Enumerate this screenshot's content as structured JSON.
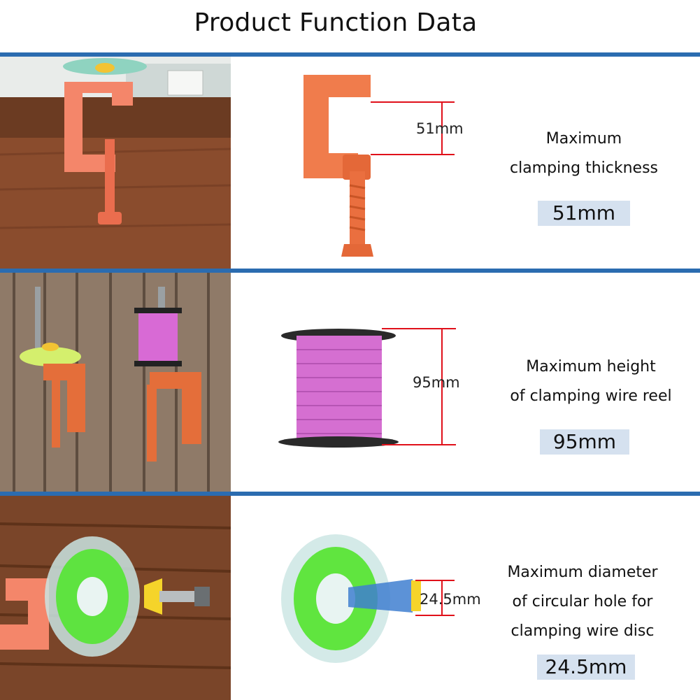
{
  "header": {
    "title": "Product Function Data"
  },
  "colors": {
    "divider": "#2b6cb0",
    "value_box": "#d5e1ef",
    "dimension_line": "#e0101a",
    "clamp": "#f07c4c"
  },
  "sections": [
    {
      "dimension_label": "51mm",
      "caption_lines": [
        "Maximum",
        "clamping thickness"
      ],
      "value": "51mm"
    },
    {
      "dimension_label": "95mm",
      "caption_lines": [
        "Maximum height",
        "of clamping wire reel"
      ],
      "value": "95mm"
    },
    {
      "dimension_label": "24.5mm",
      "caption_lines": [
        "Maximum diameter",
        "of circular hole for",
        "clamping wire disc"
      ],
      "value": "24.5mm"
    }
  ]
}
